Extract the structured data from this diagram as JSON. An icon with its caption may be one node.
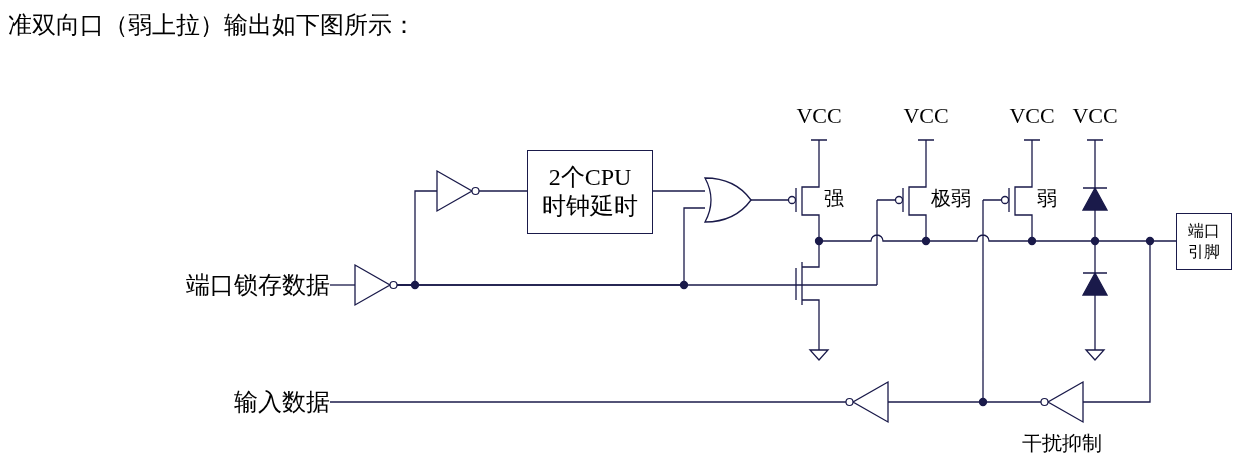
{
  "diagram": {
    "title": "准双向口（弱上拉）输出如下图所示：",
    "nodes": [
      {
        "text": [
          "端口锁存数据"
        ]
      },
      {
        "text": [],
        "shape": "triangle"
      },
      {
        "text": [],
        "shape": "triangle"
      },
      {
        "text": [
          "2个CPU时钟延时"
        ]
      },
      {
        "text": [],
        "shape": "gate"
      },
      {
        "text": [
          "端口引脚"
        ]
      },
      {
        "text": [
          "输入数据"
        ]
      },
      {
        "text": [],
        "shape": "triangle"
      },
      {
        "text": [],
        "shape": "triangle",
        "beside": [
          "干扰抑制"
        ]
      }
    ],
    "edges": [
      {
        "from": 0,
        "to": 1,
        "arrow": "none"
      },
      {
        "from": 1,
        "to": 2,
        "arrow": "none"
      },
      {
        "from": 2,
        "to": 3,
        "arrow": "none"
      },
      {
        "from": 3,
        "to": 4,
        "arrow": "none"
      },
      {
        "from": 1,
        "to": 4,
        "arrow": "none"
      },
      {
        "from": 5,
        "to": 8,
        "arrow": "none"
      },
      {
        "from": 8,
        "to": 7,
        "arrow": "none"
      },
      {
        "from": 7,
        "to": 6,
        "arrow": "none"
      }
    ],
    "labels": [
      "VCC",
      "VCC",
      "VCC",
      "VCC",
      "强",
      "极弱",
      "弱"
    ]
  }
}
